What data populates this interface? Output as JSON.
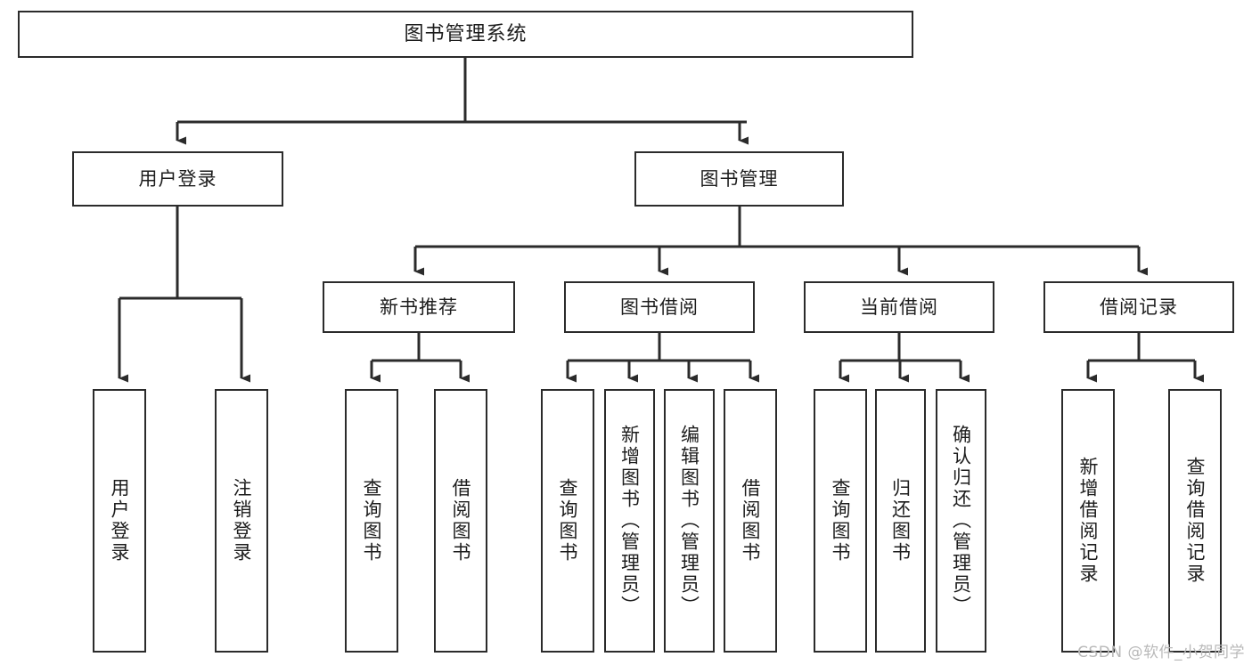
{
  "diagram": {
    "title": "图书管理系统",
    "type": "tree",
    "watermark": "CSDN @软件_小贺同学",
    "colors": {
      "box_border": "#2b2b2b",
      "box_fill": "#ffffff",
      "line": "#2b2b2b",
      "text": "#1d1d1d",
      "watermark": "#b9b9b9"
    },
    "nodes": {
      "root": {
        "label": "图书管理系统"
      },
      "level2": [
        {
          "id": "user-login",
          "label": "用户登录"
        },
        {
          "id": "book-manage",
          "label": "图书管理"
        }
      ],
      "level3": [
        {
          "id": "new-book-rec",
          "label": "新书推荐"
        },
        {
          "id": "book-borrow",
          "label": "图书借阅"
        },
        {
          "id": "current-borrow",
          "label": "当前借阅"
        },
        {
          "id": "borrow-record",
          "label": "借阅记录"
        }
      ],
      "leaves": [
        {
          "id": "leaf-user-login",
          "label": "用户登录",
          "parent": "user-login"
        },
        {
          "id": "leaf-user-logout",
          "label": "注销登录",
          "parent": "user-login"
        },
        {
          "id": "leaf-query-book-1",
          "label": "查询图书",
          "parent": "new-book-rec"
        },
        {
          "id": "leaf-borrow-book-1",
          "label": "借阅图书",
          "parent": "new-book-rec"
        },
        {
          "id": "leaf-query-book-2",
          "label": "查询图书",
          "parent": "book-borrow"
        },
        {
          "id": "leaf-add-book",
          "label": "新增图书（管理员）",
          "parent": "book-borrow"
        },
        {
          "id": "leaf-edit-book",
          "label": "编辑图书（管理员）",
          "parent": "book-borrow"
        },
        {
          "id": "leaf-borrow-book-2",
          "label": "借阅图书",
          "parent": "book-borrow"
        },
        {
          "id": "leaf-query-book-3",
          "label": "查询图书",
          "parent": "current-borrow"
        },
        {
          "id": "leaf-return-book",
          "label": "归还图书",
          "parent": "current-borrow"
        },
        {
          "id": "leaf-confirm-return",
          "label": "确认归还（管理员）",
          "parent": "current-borrow"
        },
        {
          "id": "leaf-add-record",
          "label": "新增借阅记录",
          "parent": "borrow-record"
        },
        {
          "id": "leaf-query-record",
          "label": "查询借阅记录",
          "parent": "borrow-record"
        }
      ]
    }
  }
}
